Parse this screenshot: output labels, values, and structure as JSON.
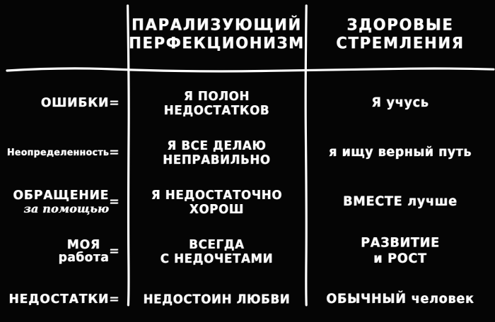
{
  "poster": {
    "background_color": "#050505",
    "ink_color": "#ffffff",
    "columns": [
      {
        "id": "category",
        "header": ""
      },
      {
        "id": "paralyzing_perfectionism",
        "header_line1": "ПАРАЛИЗУЮЩИЙ",
        "header_line2": "ПЕРФЕКЦИОНИЗМ"
      },
      {
        "id": "healthy_striving",
        "header_line1": "ЗДОРОВЫЕ",
        "header_line2": "СТРЕМЛЕНИЯ"
      }
    ],
    "rows": [
      {
        "label": "ОШИБКИ",
        "label_line2": "",
        "equals": "=",
        "perfectionism_line1": "Я ПОЛОН НЕДОСТАТКОВ",
        "perfectionism_line2": "",
        "healthy_line1": "Я   учусь",
        "healthy_line2": ""
      },
      {
        "label": "Неопределенность",
        "label_line2": "",
        "equals": "=",
        "perfectionism_line1": "Я ВСЕ ДЕЛАЮ",
        "perfectionism_line2": "НЕПРАВИЛЬНО",
        "healthy_line1": "я ищу верный путь",
        "healthy_line2": ""
      },
      {
        "label": "ОБРАЩЕНИЕ",
        "label_line2": "за помощью",
        "equals": "=",
        "perfectionism_line1": "Я НЕДОСТАТОЧНО ХОРОШ",
        "perfectionism_line2": "",
        "healthy_line1": "ВМЕСТЕ   лучше",
        "healthy_line2": ""
      },
      {
        "label": "МОЯ",
        "label_line2": "работа",
        "equals": "=",
        "perfectionism_line1": "ВСЕГДА",
        "perfectionism_line2": "С НЕДОЧЕТАМИ",
        "healthy_line1": "РАЗВИТИЕ",
        "healthy_line2": "и РОСТ"
      },
      {
        "label": "НЕДОСТАТКИ",
        "label_line2": "",
        "equals": "=",
        "perfectionism_line1": "НЕДОСТОИН ЛЮБВИ",
        "perfectionism_line2": "",
        "healthy_line1": "ОБЫЧНЫЙ человек",
        "healthy_line2": ""
      }
    ]
  }
}
